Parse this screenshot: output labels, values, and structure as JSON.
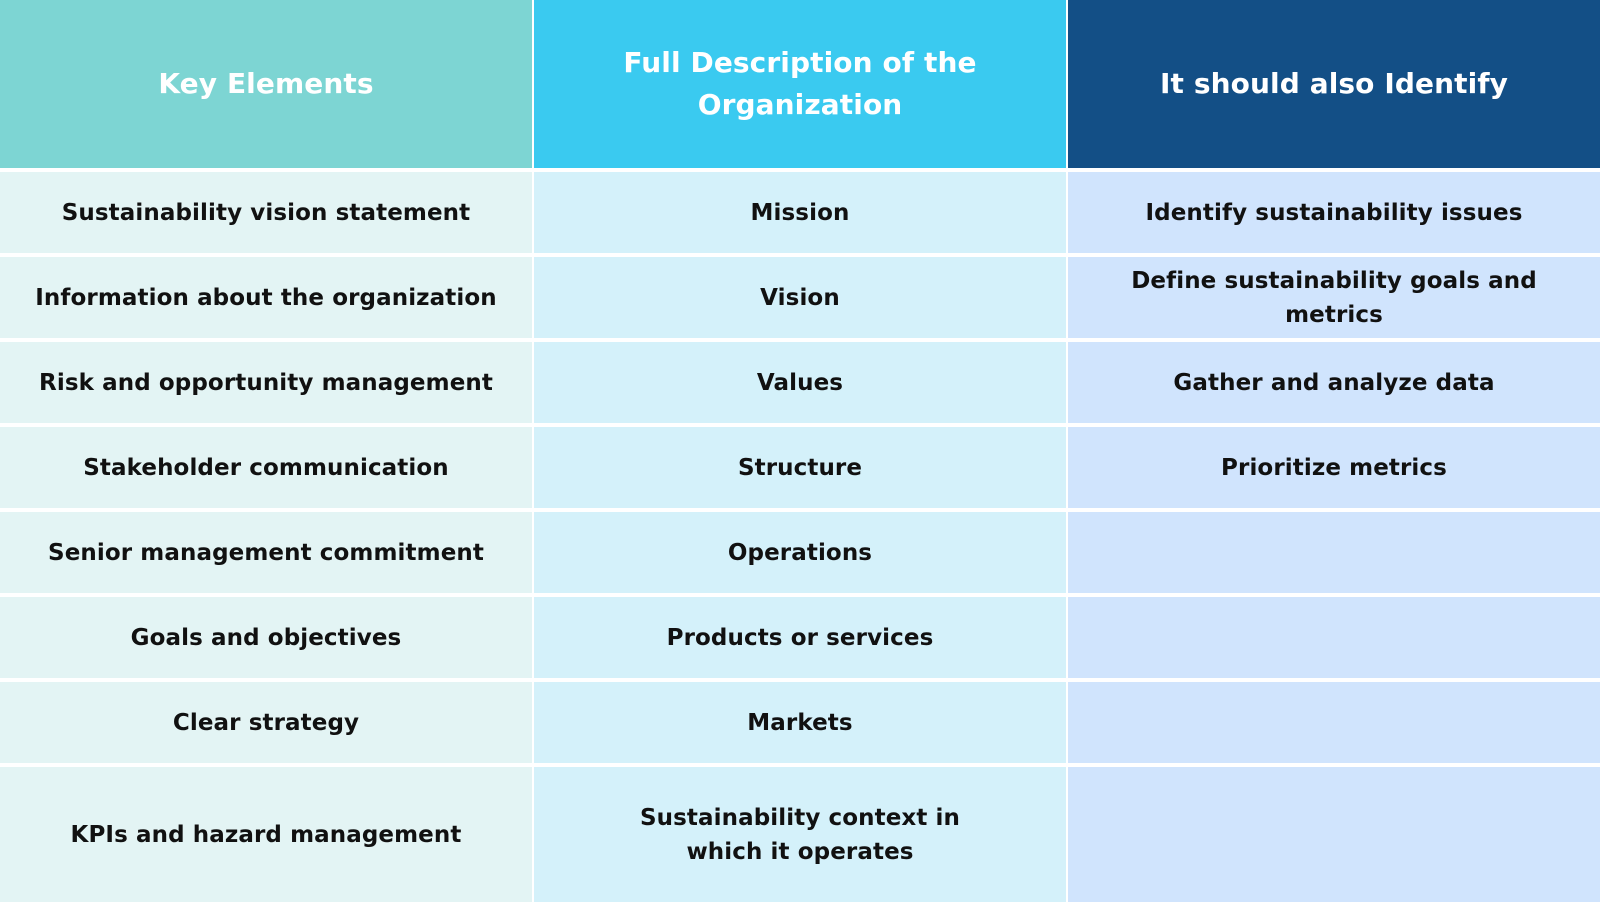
{
  "table": {
    "headers": [
      "Key Elements",
      "Full Description of the Organization",
      "It should also Identify"
    ],
    "rows": [
      [
        "Sustainability vision statement",
        "Mission",
        "Identify sustainability issues"
      ],
      [
        "Information about the organization",
        "Vision",
        "Define sustainability goals and metrics"
      ],
      [
        "Risk and opportunity management",
        "Values",
        "Gather and analyze data"
      ],
      [
        "Stakeholder communication",
        "Structure",
        "Prioritize metrics"
      ],
      [
        "Senior management commitment",
        "Operations",
        ""
      ],
      [
        "Goals and objectives",
        "Products or services",
        ""
      ],
      [
        "Clear strategy",
        "Markets",
        ""
      ],
      [
        "KPIs and hazard management",
        "Sustainability context in which it operates",
        ""
      ]
    ]
  },
  "colors": {
    "header_col1": "#7dd5d3",
    "header_col2": "#3acaf0",
    "header_col3": "#134f86",
    "body_col1": "#e3f4f4",
    "body_col2": "#d4f1fa",
    "body_col3": "#d0e4fd"
  }
}
